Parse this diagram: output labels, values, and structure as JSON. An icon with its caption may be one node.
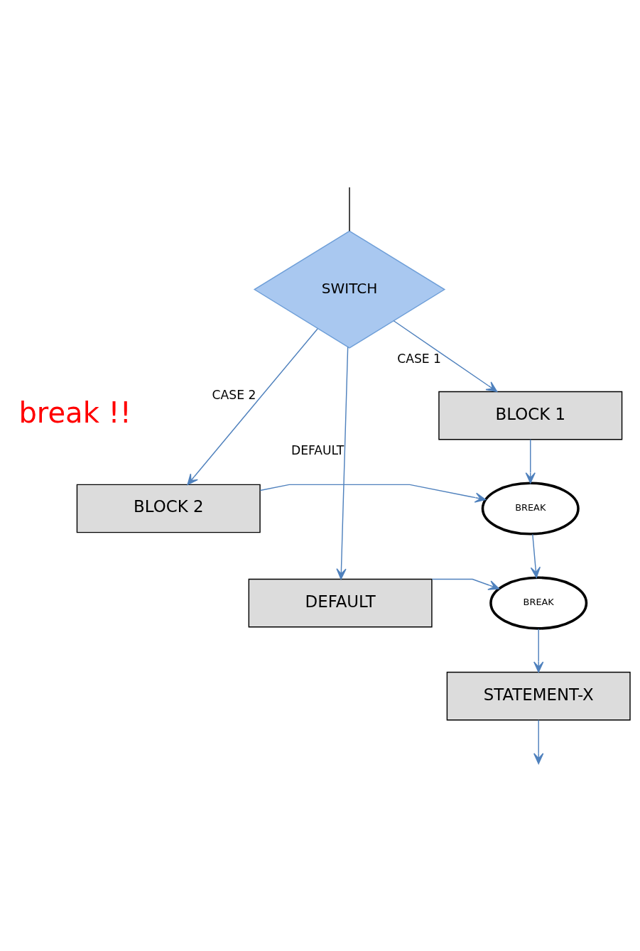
{
  "diagram": {
    "nodes": [
      {
        "text": [
          "SWITCH"
        ]
      },
      {
        "text": [
          "BLOCK 1"
        ]
      },
      {
        "text": [
          "BLOCK 2"
        ]
      },
      {
        "text": [
          "BREAK"
        ]
      },
      {
        "text": [
          "DEFAULT"
        ]
      },
      {
        "text": [
          "BREAK"
        ]
      },
      {
        "text": [
          "STATEMENT-X"
        ]
      }
    ],
    "edges": [
      {
        "from": null,
        "to": 0,
        "arrow": "none",
        "color": "#000000"
      },
      {
        "from": 0,
        "to": 1,
        "arrow": "to",
        "label": "CASE 1"
      },
      {
        "from": 0,
        "to": 2,
        "arrow": "to",
        "label": "CASE 2"
      },
      {
        "from": 0,
        "to": 4,
        "arrow": "to",
        "label": "DEFAULT"
      },
      {
        "from": 1,
        "to": 3,
        "arrow": "to"
      },
      {
        "from": 2,
        "to": 3,
        "arrow": "to"
      },
      {
        "from": 3,
        "to": 5,
        "arrow": "to"
      },
      {
        "from": 4,
        "to": 5,
        "arrow": "to"
      },
      {
        "from": 5,
        "to": 6,
        "arrow": "to"
      },
      {
        "from": 6,
        "to": null,
        "arrow": "to"
      }
    ],
    "labels": [
      "break !!"
    ]
  }
}
